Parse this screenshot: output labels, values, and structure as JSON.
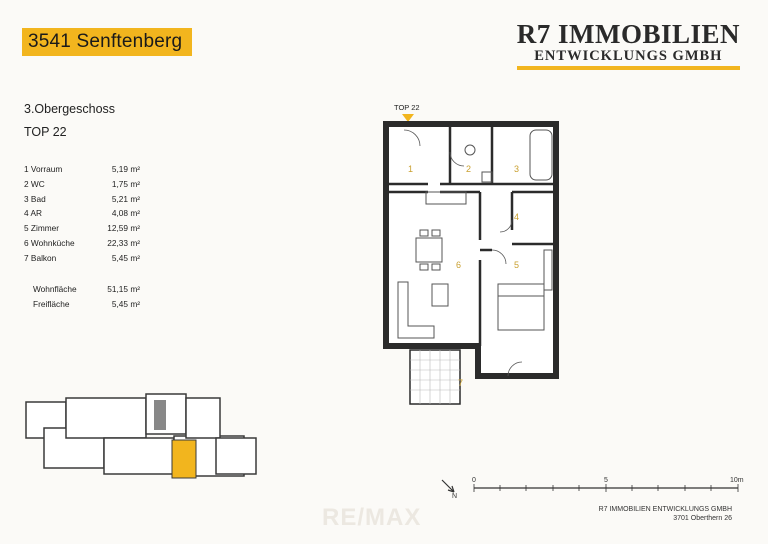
{
  "header": {
    "project": "3541 Senftenberg",
    "brand_line1": "R7 IMMOBILIEN",
    "brand_line2": "ENTWICKLUNGS GMBH"
  },
  "unit": {
    "floor": "3.Obergeschoss",
    "top": "TOP 22",
    "plan_label": "TOP 22"
  },
  "rooms": [
    {
      "name": "1 Vorraum",
      "area": "5,19 m²"
    },
    {
      "name": "2 WC",
      "area": "1,75 m²"
    },
    {
      "name": "3 Bad",
      "area": "5,21 m²"
    },
    {
      "name": "4 AR",
      "area": "4,08 m²"
    },
    {
      "name": "5 Zimmer",
      "area": "12,59 m²"
    },
    {
      "name": "6 Wohnküche",
      "area": "22,33 m²"
    },
    {
      "name": "7 Balkon",
      "area": "5,45 m²"
    }
  ],
  "totals": [
    {
      "name": "Wohnfläche",
      "area": "51,15 m²"
    },
    {
      "name": "Freifläche",
      "area": "5,45 m²"
    }
  ],
  "plan_numbers": [
    "1",
    "2",
    "3",
    "4",
    "5",
    "6",
    "7"
  ],
  "scale": {
    "labels": [
      "0",
      "5",
      "10m"
    ]
  },
  "north": "N",
  "footer": {
    "line1": "R7 IMMOBILIEN ENTWICKLUNGS GMBH",
    "line2": "3701 Oberthern 26"
  },
  "watermark": "RE/MAX",
  "colors": {
    "accent": "#f2b51e",
    "wall": "#2b2b2b"
  }
}
